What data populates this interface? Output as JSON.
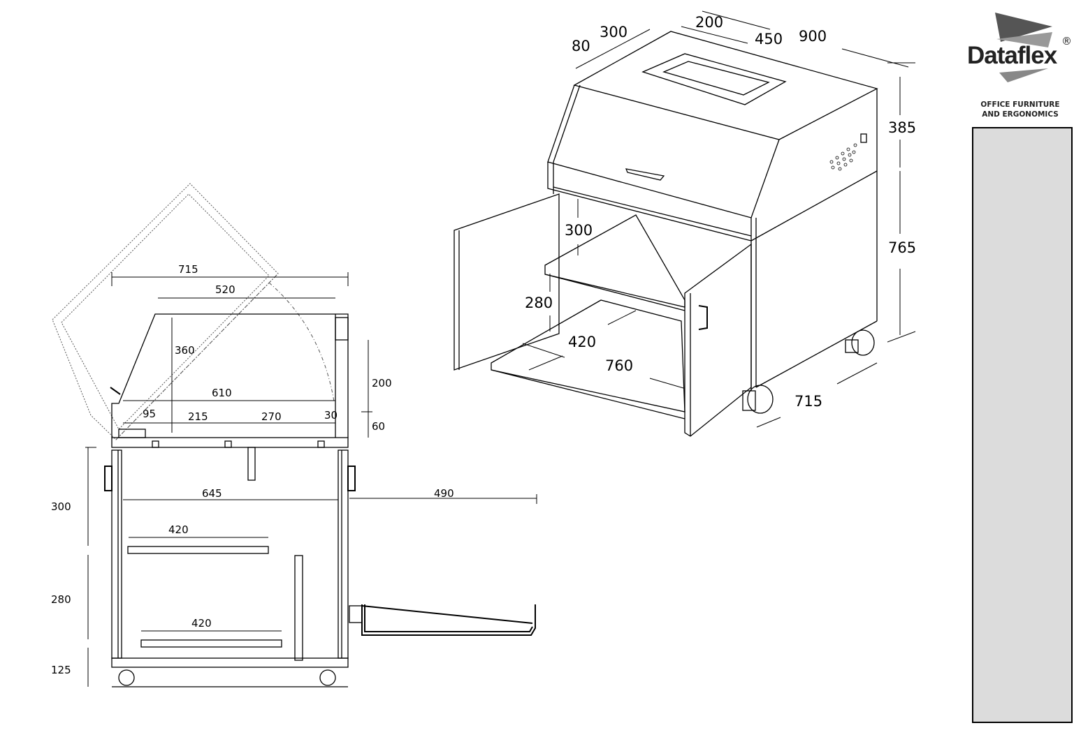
{
  "brand": {
    "name": "Dataflex",
    "registered_mark": "®",
    "tagline_line1": "OFFICE FURNITURE",
    "tagline_line2": "AND ERGONOMICS"
  },
  "front_view_dimensions": {
    "overall_depth": "715",
    "top_width": "520",
    "hood_height": "360",
    "side_height": "200",
    "inner_width": "610",
    "seg_95": "95",
    "seg_215": "215",
    "seg_270": "270",
    "seg_30": "30",
    "base_60": "60",
    "cabinet_inner": "645",
    "tray_extension": "490",
    "upper_height": "300",
    "upper_shelf": "420",
    "middle_height": "280",
    "lower_shelf": "420",
    "base_height": "125"
  },
  "iso_view_dimensions": {
    "d80": "80",
    "d300_top": "300",
    "d200": "200",
    "d450": "450",
    "width_900": "900",
    "hood_385": "385",
    "body_765": "765",
    "inner_300": "300",
    "inner_280": "280",
    "shelf_420": "420",
    "shelf_760": "760",
    "depth_715": "715"
  }
}
